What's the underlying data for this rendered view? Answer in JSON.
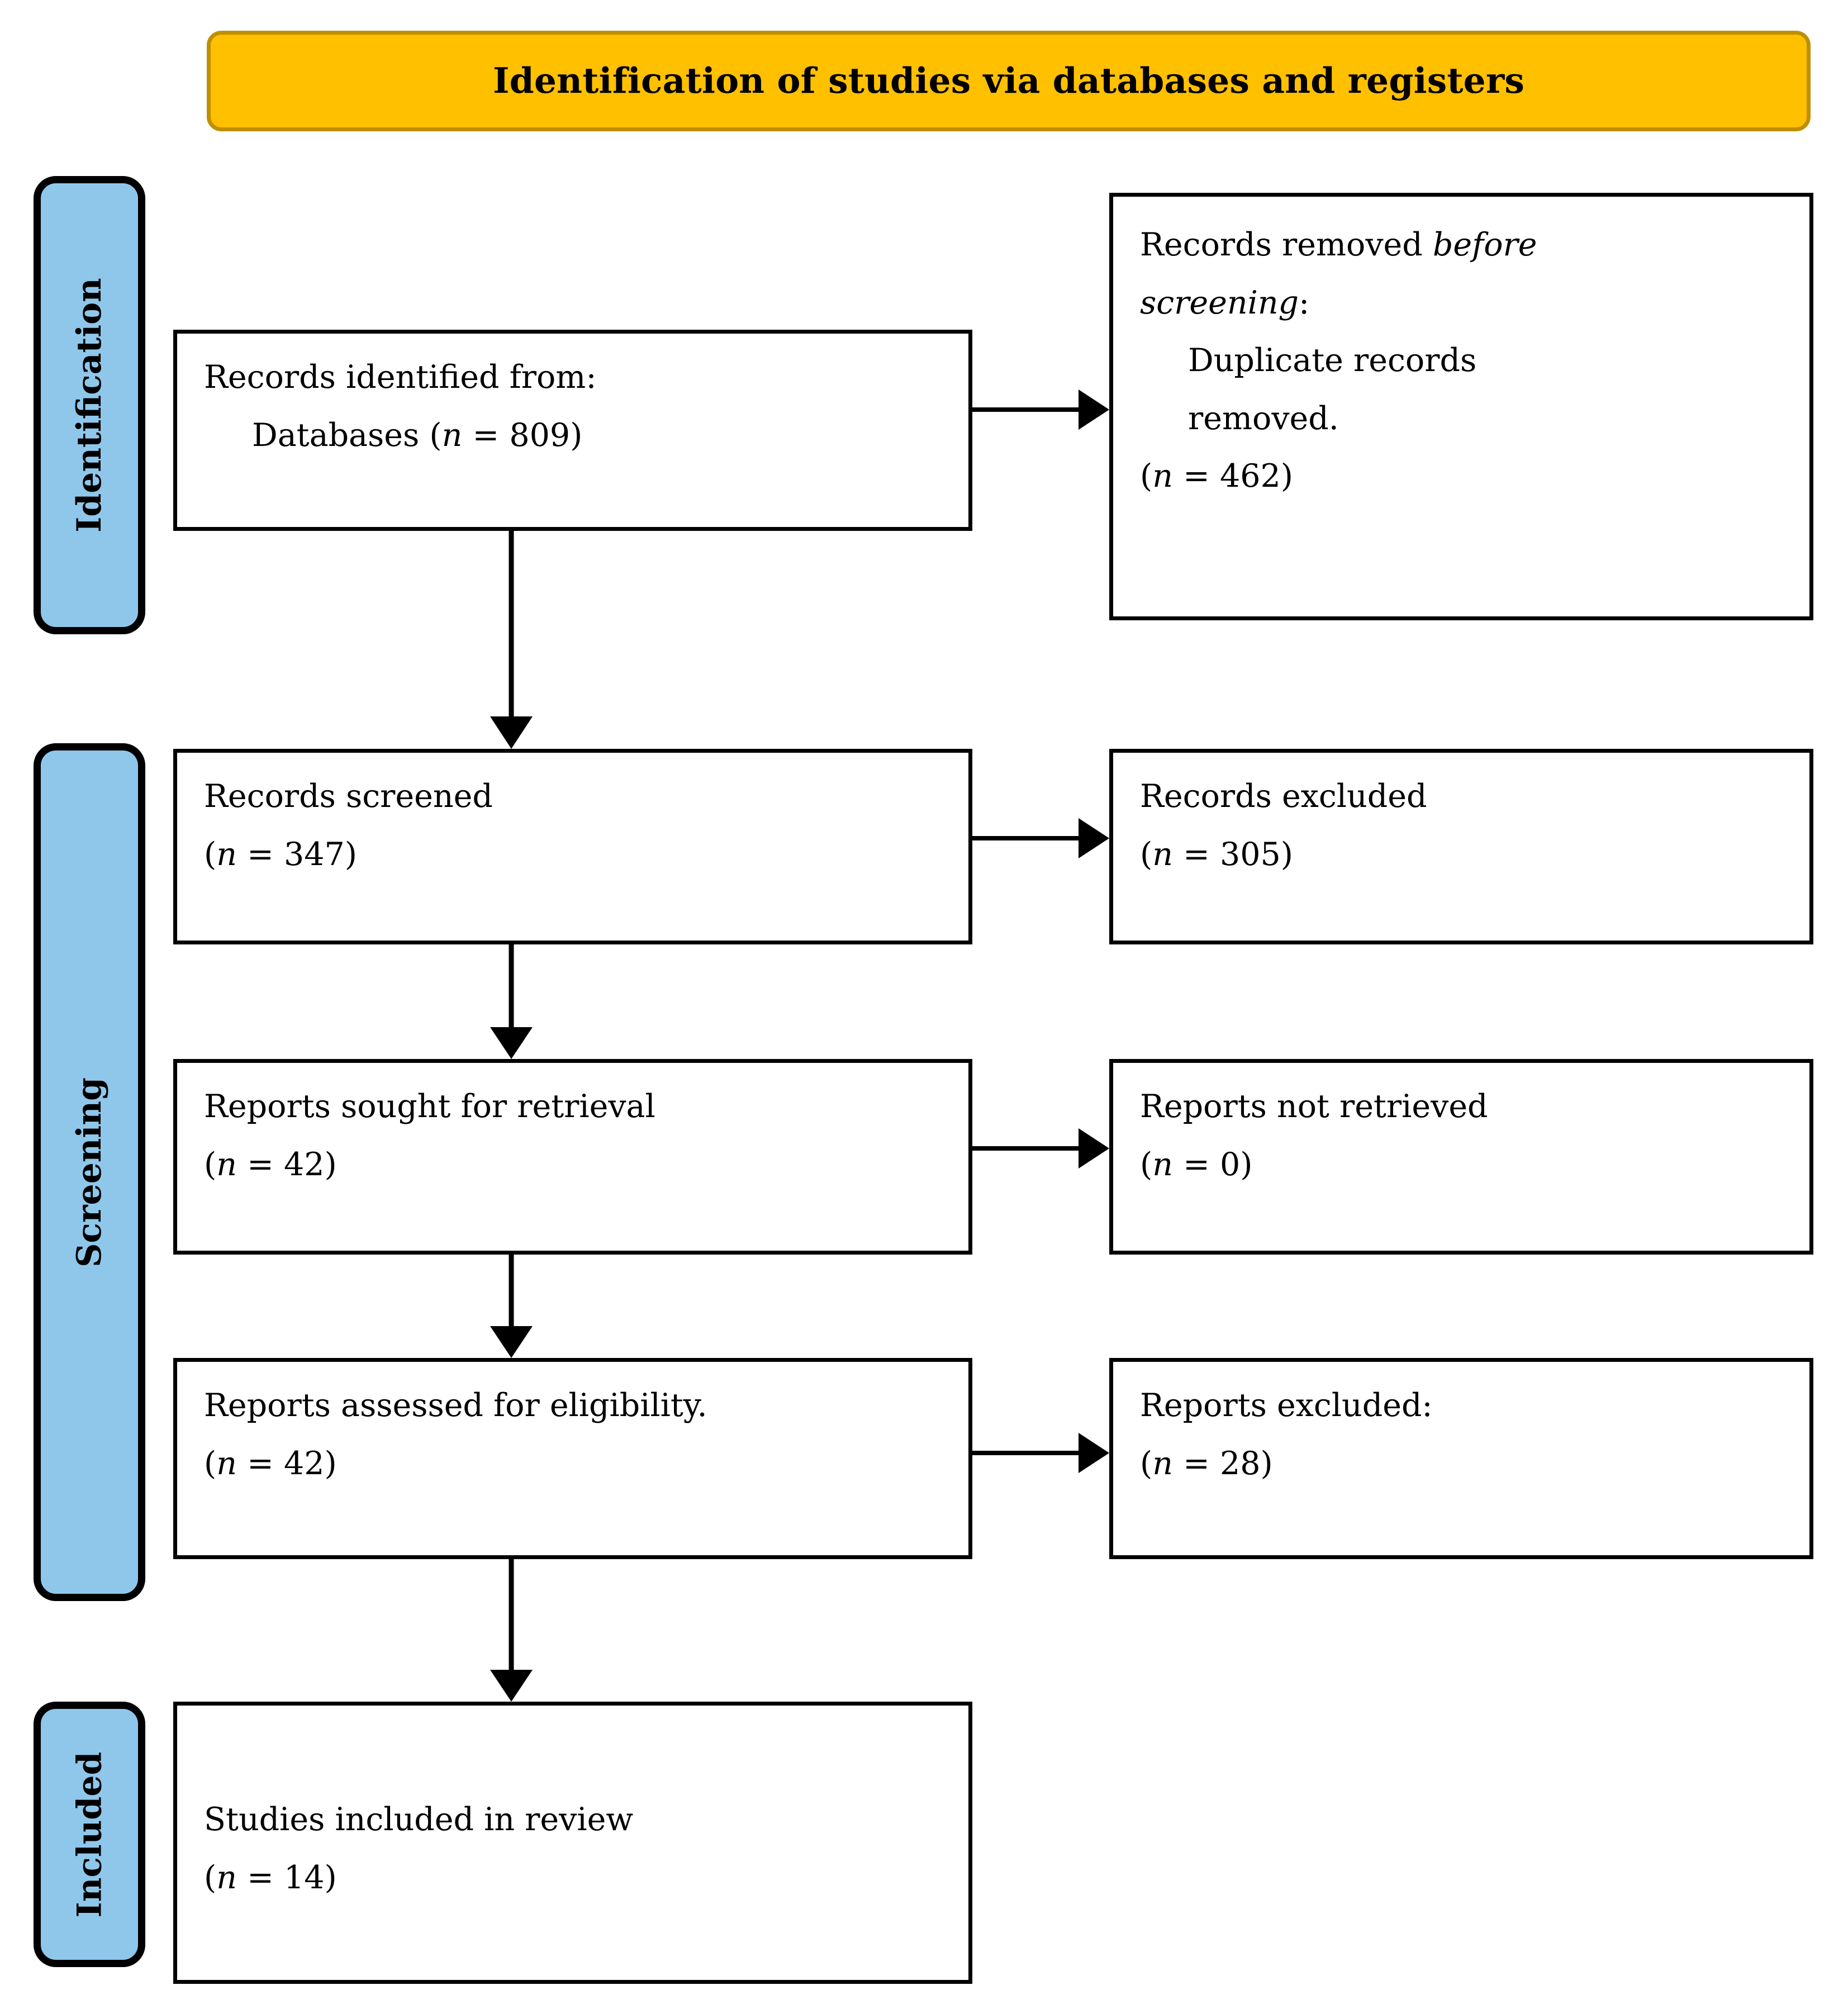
{
  "banner": {
    "title": "Identification of studies via databases and registers",
    "fill_color": "#FFC000",
    "border_color": "#BF8F00"
  },
  "rails": {
    "fill_color": "#8FC7EB",
    "items": [
      {
        "key": "identification",
        "label": "Identification"
      },
      {
        "key": "screening",
        "label": "Screening"
      },
      {
        "key": "included",
        "label": "Included"
      }
    ]
  },
  "boxes": {
    "identified": {
      "line1": "Records identified from:",
      "line2_label": "Databases (",
      "line2_n": "n",
      "line2_value": " = 809)"
    },
    "removed": {
      "line1_a": "Records removed ",
      "line1_italic": "before",
      "line2_italic": "screening",
      "line2_b": ":",
      "line3": "Duplicate records",
      "line4": "removed.",
      "line5_open": "(",
      "line5_n": "n",
      "line5_value": " = 462)"
    },
    "screened": {
      "line1": "Records screened",
      "line2_open": "(",
      "line2_n": "n",
      "line2_value": " = 347)"
    },
    "excluded": {
      "line1": "Records excluded",
      "line2_open": "(",
      "line2_n": "n",
      "line2_value": " = 305)"
    },
    "sought": {
      "line1": "Reports sought for retrieval",
      "line2_open": "(",
      "line2_n": "n",
      "line2_value": " = 42)"
    },
    "not_retrieved": {
      "line1": "Reports not retrieved",
      "line2_open": "(",
      "line2_n": "n",
      "line2_value": " = 0)"
    },
    "assessed": {
      "line1": "Reports assessed for eligibility.",
      "line2_open": "(",
      "line2_n": "n",
      "line2_value": " = 42)"
    },
    "reports_excluded": {
      "line1": "Reports excluded:",
      "line2_open": "(",
      "line2_n": "n",
      "line2_value": " = 28)"
    },
    "included": {
      "line1": "Studies included in review",
      "line2_open": "(",
      "line2_n": "n",
      "line2_value": " = 14)"
    }
  },
  "chart_data": {
    "type": "diagram",
    "title": "Identification of studies via databases and registers",
    "diagram_kind": "PRISMA flow diagram",
    "stages": [
      "Identification",
      "Screening",
      "Included"
    ],
    "nodes": [
      {
        "id": "identified",
        "stage": "Identification",
        "column": "left",
        "label": "Records identified from: Databases",
        "n": 809
      },
      {
        "id": "removed",
        "stage": "Identification",
        "column": "right",
        "label": "Records removed before screening: Duplicate records removed.",
        "n": 462
      },
      {
        "id": "screened",
        "stage": "Screening",
        "column": "left",
        "label": "Records screened",
        "n": 347
      },
      {
        "id": "excluded",
        "stage": "Screening",
        "column": "right",
        "label": "Records excluded",
        "n": 305
      },
      {
        "id": "sought",
        "stage": "Screening",
        "column": "left",
        "label": "Reports sought for retrieval",
        "n": 42
      },
      {
        "id": "not_retrieved",
        "stage": "Screening",
        "column": "right",
        "label": "Reports not retrieved",
        "n": 0
      },
      {
        "id": "assessed",
        "stage": "Screening",
        "column": "left",
        "label": "Reports assessed for eligibility.",
        "n": 42
      },
      {
        "id": "reports_excluded",
        "stage": "Screening",
        "column": "right",
        "label": "Reports excluded:",
        "n": 28
      },
      {
        "id": "included",
        "stage": "Included",
        "column": "left",
        "label": "Studies included in review",
        "n": 14
      }
    ],
    "edges": [
      {
        "from": "identified",
        "to": "removed",
        "direction": "right"
      },
      {
        "from": "identified",
        "to": "screened",
        "direction": "down"
      },
      {
        "from": "screened",
        "to": "excluded",
        "direction": "right"
      },
      {
        "from": "screened",
        "to": "sought",
        "direction": "down"
      },
      {
        "from": "sought",
        "to": "not_retrieved",
        "direction": "right"
      },
      {
        "from": "sought",
        "to": "assessed",
        "direction": "down"
      },
      {
        "from": "assessed",
        "to": "reports_excluded",
        "direction": "right"
      },
      {
        "from": "assessed",
        "to": "included",
        "direction": "down"
      }
    ]
  }
}
